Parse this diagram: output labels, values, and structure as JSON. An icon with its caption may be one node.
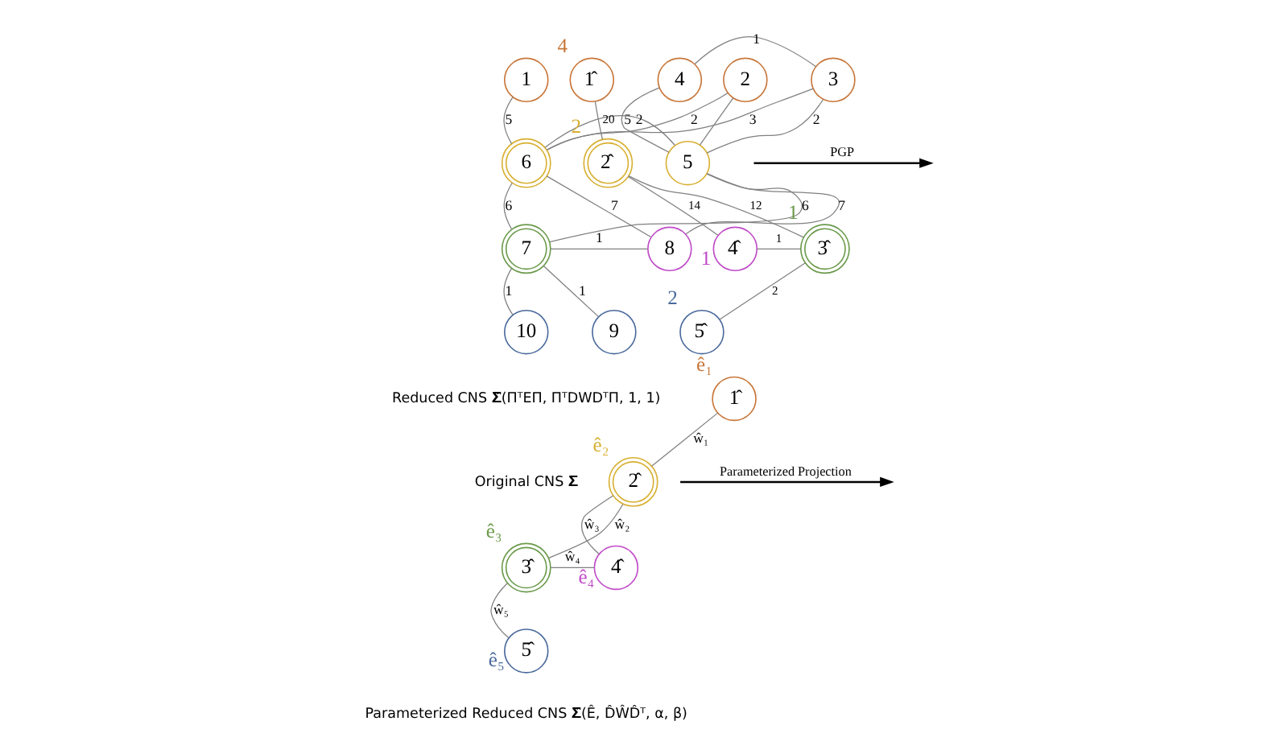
{
  "diagram": {
    "nodes": [
      {
        "text": [
          "1"
        ]
      },
      {
        "text": [
          "2"
        ]
      },
      {
        "text": [
          "3"
        ]
      },
      {
        "text": [
          "4"
        ]
      },
      {
        "text": [
          "6"
        ]
      },
      {
        "text": [
          "5"
        ]
      },
      {
        "text": [
          "7"
        ]
      },
      {
        "text": [
          "8"
        ]
      },
      {
        "text": [
          "10"
        ]
      },
      {
        "text": [
          "9"
        ]
      },
      {
        "text": [
          "1̂"
        ],
        "beside": [
          "4"
        ]
      },
      {
        "text": [
          "2̂"
        ],
        "beside": [
          "2"
        ]
      },
      {
        "text": [
          "4̂"
        ],
        "beside": [
          "1"
        ]
      },
      {
        "text": [
          "3̂"
        ],
        "beside": [
          "1"
        ]
      },
      {
        "text": [
          "5̂"
        ],
        "beside": [
          "2"
        ]
      },
      {
        "text": [
          "1̂"
        ],
        "beside": [
          "ê₁"
        ]
      },
      {
        "text": [
          "2̂"
        ],
        "beside": [
          "ê₂"
        ]
      },
      {
        "text": [
          "4̂"
        ],
        "beside": [
          "ê₄"
        ]
      },
      {
        "text": [
          "3̂"
        ],
        "beside": [
          "ê₃"
        ]
      },
      {
        "text": [
          "5̂"
        ],
        "beside": [
          "ê₅"
        ]
      }
    ],
    "edges": [
      {
        "from": 0,
        "to": 4,
        "arrow": "none",
        "label": "5"
      },
      {
        "from": 1,
        "to": 4,
        "arrow": "none",
        "label": "2"
      },
      {
        "from": 1,
        "to": 5,
        "arrow": "none"
      },
      {
        "from": 2,
        "to": 4,
        "arrow": "none",
        "label": "3"
      },
      {
        "from": 2,
        "to": 5,
        "arrow": "none",
        "label": "2"
      },
      {
        "from": 2,
        "to": 3,
        "arrow": "none",
        "label": "1"
      },
      {
        "from": 3,
        "to": 5,
        "arrow": "none",
        "label": "5"
      },
      {
        "from": 4,
        "to": 5,
        "arrow": "none",
        "label": "2"
      },
      {
        "from": 4,
        "to": 6,
        "arrow": "none",
        "label": "6"
      },
      {
        "from": 5,
        "to": 6,
        "arrow": "none",
        "label": "6"
      },
      {
        "from": 4,
        "to": 7,
        "arrow": "none",
        "label": "7"
      },
      {
        "from": 5,
        "to": 7,
        "arrow": "none",
        "label": "7"
      },
      {
        "from": 6,
        "to": 7,
        "arrow": "none",
        "label": "1"
      },
      {
        "from": 6,
        "to": 8,
        "arrow": "none",
        "label": "1"
      },
      {
        "from": 6,
        "to": 9,
        "arrow": "none",
        "label": "1"
      },
      {
        "from": 11,
        "to": 10,
        "arrow": "none",
        "label": "20"
      },
      {
        "from": 11,
        "to": 12,
        "arrow": "none",
        "label": "14"
      },
      {
        "from": 11,
        "to": 13,
        "arrow": "none",
        "label": "12"
      },
      {
        "from": 13,
        "to": 12,
        "arrow": "none",
        "label": "1"
      },
      {
        "from": 13,
        "to": 14,
        "arrow": "none",
        "label": "2"
      },
      {
        "from": 16,
        "to": 15,
        "arrow": "none",
        "label": "ŵ₁"
      },
      {
        "from": 16,
        "to": 17,
        "arrow": "none",
        "label": "ŵ₃"
      },
      {
        "from": 16,
        "to": 18,
        "arrow": "none",
        "label": "ŵ₂"
      },
      {
        "from": 18,
        "to": 17,
        "arrow": "none",
        "label": "ŵ₄"
      },
      {
        "from": 18,
        "to": 19,
        "arrow": "none",
        "label": "ŵ₅"
      }
    ],
    "labels": [
      "PGP",
      "Reduced CNS 𝚺̂(ΠᵀEΠ, ΠᵀDWDᵀΠ, 1, 1)",
      "Parameterized Projection",
      "Original CNS 𝚺",
      "Parameterized Reduced CNS 𝚺̂(Ê, D̂ŴD̂ᵀ, α, β)"
    ]
  }
}
